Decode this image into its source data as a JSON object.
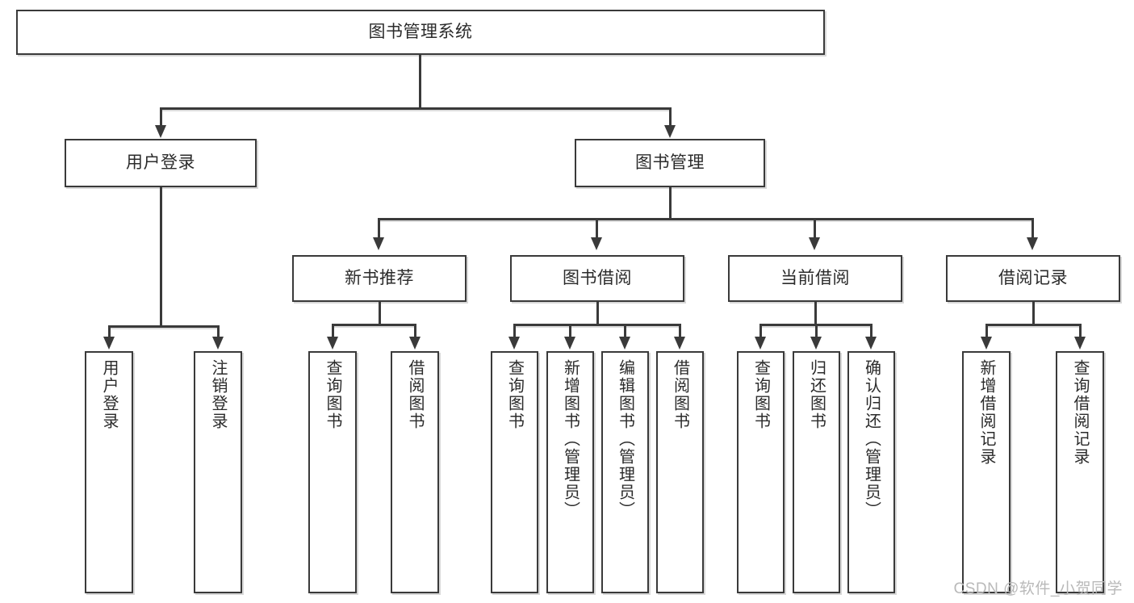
{
  "diagram": {
    "type": "tree",
    "title": "图书管理系统",
    "watermark": "CSDN @软件_小贺同学",
    "colors": {
      "box_border": "#3a3a3a",
      "box_fill": "#ffffff",
      "text": "#2b2b2b",
      "connector": "#3a3a3a",
      "shadow": "#d8d8d8",
      "watermark": "#b9b9b9",
      "background": "#ffffff"
    },
    "root": {
      "label": "图书管理系统"
    },
    "tier2": [
      {
        "label": "用户登录"
      },
      {
        "label": "图书管理"
      }
    ],
    "tier3": [
      {
        "label": "新书推荐"
      },
      {
        "label": "图书借阅"
      },
      {
        "label": "当前借阅"
      },
      {
        "label": "借阅记录"
      }
    ],
    "leaves": {
      "user_login": [
        {
          "label": "用户登录"
        },
        {
          "label": "注销登录"
        }
      ],
      "new_book_recommend": [
        {
          "label": "查询图书"
        },
        {
          "label": "借阅图书"
        }
      ],
      "book_borrow": [
        {
          "label": "查询图书"
        },
        {
          "label": "新增图书（管理员）"
        },
        {
          "label": "编辑图书（管理员）"
        },
        {
          "label": "借阅图书"
        }
      ],
      "current_borrow": [
        {
          "label": "查询图书"
        },
        {
          "label": "归还图书"
        },
        {
          "label": "确认归还（管理员）"
        }
      ],
      "borrow_record": [
        {
          "label": "新增借阅记录"
        },
        {
          "label": "查询借阅记录"
        }
      ]
    }
  }
}
